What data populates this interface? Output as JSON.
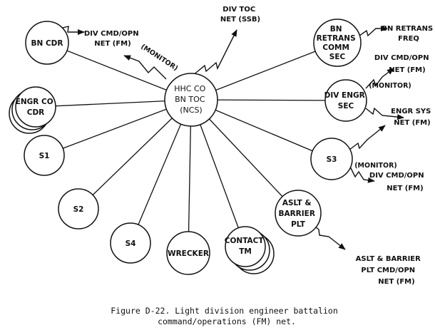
{
  "hub": {
    "lines": [
      "HHC CO",
      "BN TOC",
      "(NCS)"
    ]
  },
  "nodes": [
    {
      "id": "bn-cdr",
      "lines": [
        "BN CDR"
      ]
    },
    {
      "id": "engr-co-cdr",
      "lines": [
        "ENGR CO",
        "CDR"
      ]
    },
    {
      "id": "s1",
      "lines": [
        "S1"
      ]
    },
    {
      "id": "s2",
      "lines": [
        "S2"
      ]
    },
    {
      "id": "s4",
      "lines": [
        "S4"
      ]
    },
    {
      "id": "wrecker",
      "lines": [
        "WRECKER"
      ]
    },
    {
      "id": "contact-tm",
      "lines": [
        "CONTACT",
        "TM"
      ]
    },
    {
      "id": "aslt-barrier-plt",
      "lines": [
        "ASLT &",
        "BARRIER",
        "PLT"
      ]
    },
    {
      "id": "s3",
      "lines": [
        "S3"
      ]
    },
    {
      "id": "div-engr-sec",
      "lines": [
        "DIV ENGR",
        "SEC"
      ]
    },
    {
      "id": "bn-retrans",
      "lines": [
        "BN",
        "RETRANS",
        "COMM",
        "SEC"
      ]
    }
  ],
  "external_nets": [
    {
      "id": "div-toc-net",
      "lines": [
        "DIV TOC",
        "NET (SSB)"
      ]
    },
    {
      "id": "bn-cdr-div-cmd",
      "lines": [
        "DIV CMD/OPN",
        "NET (FM)"
      ]
    },
    {
      "id": "bn-retrans-freq",
      "lines": [
        "BN RETRANS",
        "FREQ"
      ]
    },
    {
      "id": "div-engr-div-cmd",
      "lines": [
        "DIV CMD/OPN",
        "NET (FM)"
      ]
    },
    {
      "id": "engr-sys-net",
      "lines": [
        "ENGR SYS",
        "NET (FM)"
      ]
    },
    {
      "id": "s3-div-cmd",
      "lines": [
        "DIV CMD/OPN",
        "NET (FM)"
      ]
    },
    {
      "id": "aslt-barrier-net",
      "lines": [
        "ASLT & BARRIER",
        "PLT CMD/OPN",
        "NET (FM)"
      ]
    }
  ],
  "monitor_labels": {
    "hub": "(MONITOR)",
    "div_engr": "(MONITOR)",
    "s3": "(MONITOR)"
  },
  "caption": {
    "line1": "Figure D-22. Light division engineer battalion",
    "line2": "command/operations (FM) net."
  }
}
